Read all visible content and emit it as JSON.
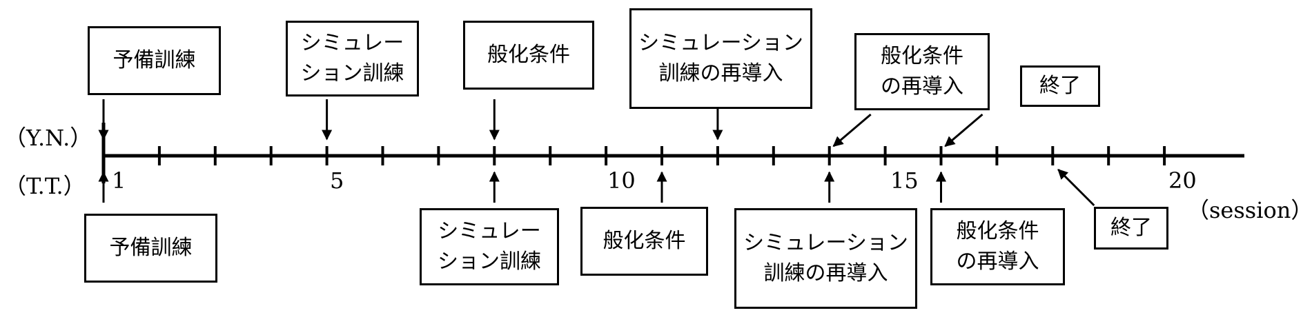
{
  "participants": {
    "top": "（Y.N.）",
    "bottom": "（T.T.）"
  },
  "axis": {
    "unit_label": "（session）",
    "tick_labels": [
      "1",
      "5",
      "10",
      "15",
      "20"
    ],
    "range": [
      1,
      21
    ]
  },
  "top_events": [
    {
      "label": "予備訓練",
      "session": 1
    },
    {
      "label": "シミュレー\nション訓練",
      "session": 5
    },
    {
      "label": "般化条件",
      "session": 8
    },
    {
      "label": "シミュレーション\n訓練の再導入",
      "session": 12
    },
    {
      "label": "般化条件\nの再導入",
      "session": 14
    },
    {
      "label": "終了",
      "session": 16
    }
  ],
  "bottom_events": [
    {
      "label": "予備訓練",
      "session": 1
    },
    {
      "label": "シミュレー\nション訓練",
      "session": 8
    },
    {
      "label": "般化条件",
      "session": 11
    },
    {
      "label": "シミュレーション\n訓練の再導入",
      "session": 14
    },
    {
      "label": "般化条件\nの再導入",
      "session": 16
    },
    {
      "label": "終了",
      "session": 18
    }
  ]
}
